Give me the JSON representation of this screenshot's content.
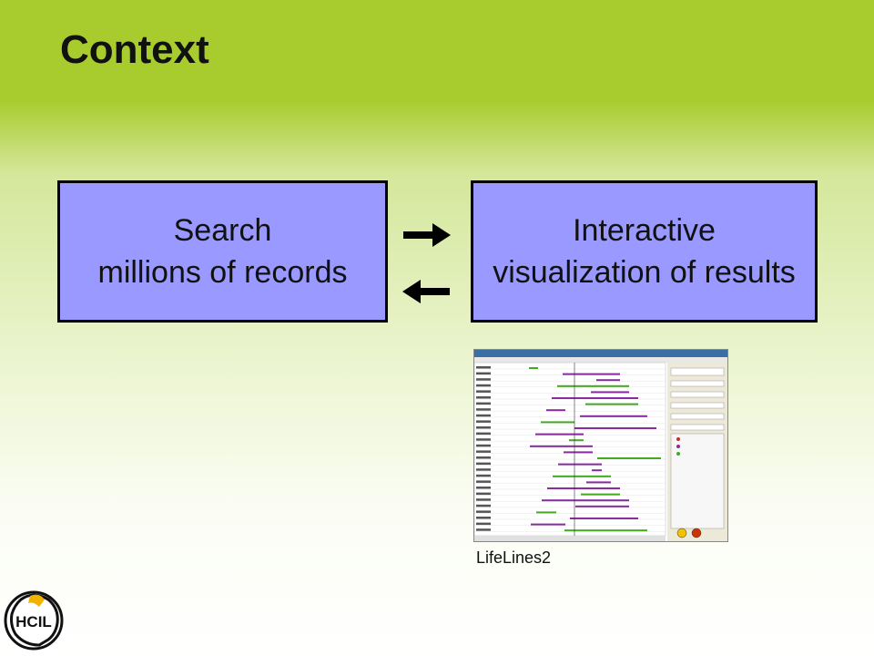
{
  "slide": {
    "title": "Context",
    "left_box": {
      "line1": "Search",
      "line2": "millions of records"
    },
    "right_box": {
      "line1": "Interactive",
      "line2": "visualization of results"
    },
    "screenshot_caption": "LifeLines2",
    "logo_text": "HCIL"
  },
  "colors": {
    "header_green": "#a8cc2e",
    "box_fill": "#9999ff",
    "box_border": "#000000"
  },
  "icons": [
    "arrow-right-icon",
    "arrow-left-icon",
    "hcil-logo-icon"
  ]
}
